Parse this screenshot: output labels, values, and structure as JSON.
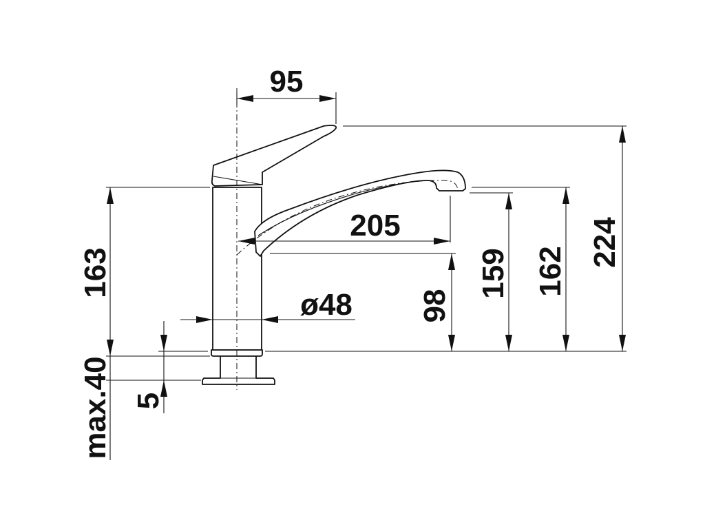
{
  "dimensions": {
    "handle_reach": "95",
    "spout_reach": "205",
    "body_diameter": "ø48",
    "base_height": "163",
    "outlet_height": "98",
    "spout_height": "159",
    "spout_top_height": "162",
    "overall_height": "224",
    "plate_thickness": "5",
    "worktop_max": "max.40"
  },
  "colors": {
    "line": "#111111",
    "background": "#ffffff"
  }
}
